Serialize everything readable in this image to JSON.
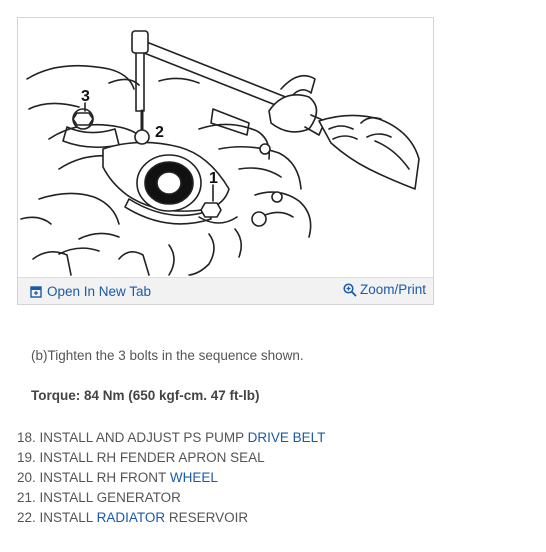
{
  "figure": {
    "callouts": [
      "3",
      "2",
      "1"
    ],
    "open_label": "Open In New Tab",
    "zoom_label": "Zoom/Print"
  },
  "instruction": "(b)Tighten the 3 bolts in the sequence shown.",
  "torque": "Torque: 84 Nm (650 kgf-cm. 47 ft-lb)",
  "steps": [
    {
      "num": "18.",
      "text": "INSTALL AND ADJUST PS PUMP",
      "link": "DRIVE BELT",
      "after": ""
    },
    {
      "num": "19.",
      "text": "INSTALL RH FENDER APRON SEAL",
      "link": "",
      "after": ""
    },
    {
      "num": "20.",
      "text": "INSTALL RH FRONT",
      "link": "WHEEL",
      "after": ""
    },
    {
      "num": "21.",
      "text": "INSTALL GENERATOR",
      "link": "",
      "after": ""
    },
    {
      "num": "22.",
      "text": "INSTALL",
      "link": "RADIATOR",
      "after": "RESERVOIR"
    }
  ],
  "colors": {
    "link": "#1a5aa8",
    "toolbar": "#f2f2f2"
  }
}
